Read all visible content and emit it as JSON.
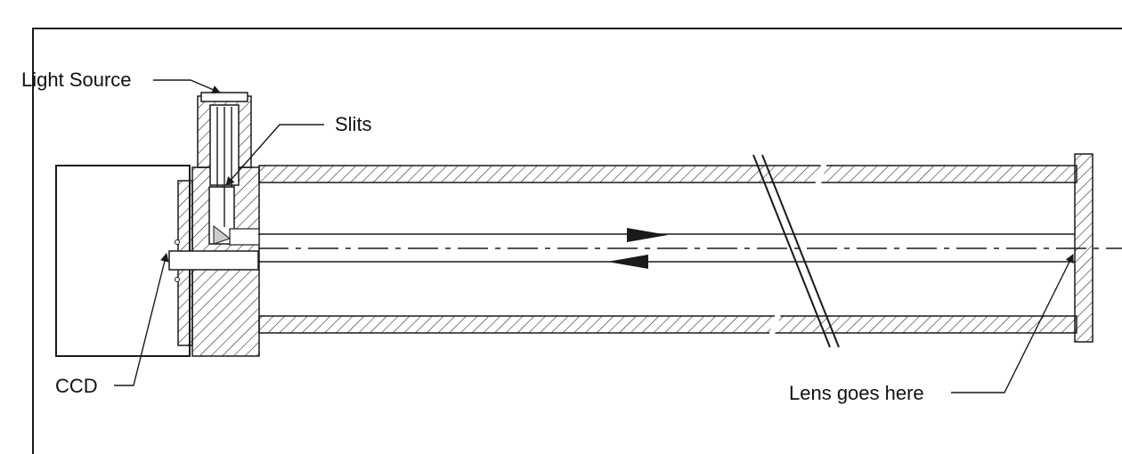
{
  "labels": {
    "light_source": "Light Source",
    "slits": "Slits",
    "ccd": "CCD",
    "lens": "Lens goes here"
  },
  "colors": {
    "ink": "#1a1a1a",
    "background": "#ffffff"
  }
}
